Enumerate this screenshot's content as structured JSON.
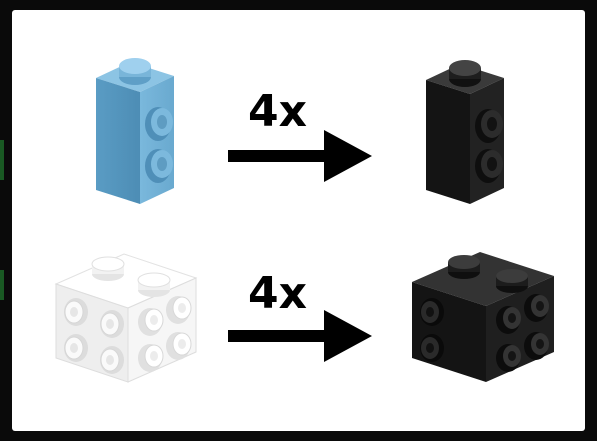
{
  "colors": {
    "background": "#0a0a0a",
    "panel": "#ffffff",
    "source_brick_top": "#6aaad0",
    "target_brick": "#1b1b1b",
    "source_brick_bottom": "#f4f4f4",
    "arrow": "#000000"
  },
  "rows": [
    {
      "multiplier": "4x",
      "source": "medium-azure-1x1x2-brick-with-side-studs",
      "target": "black-1x1x2-brick-with-side-studs"
    },
    {
      "multiplier": "4x",
      "source": "white-1x2x1-brick-with-side-studs",
      "target": "black-1x2x1-brick-with-side-studs"
    }
  ]
}
